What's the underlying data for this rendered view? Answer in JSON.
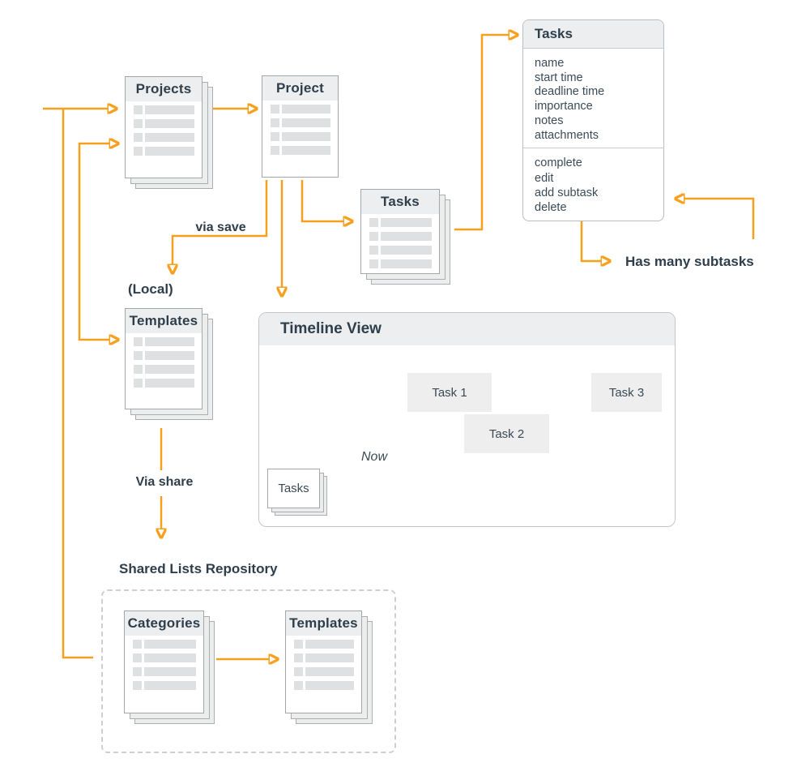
{
  "colors": {
    "accent_orange": "#F7A01E",
    "title_text": "#2E3E4B",
    "body_text": "#3B4B56",
    "card_border": "#A3A7A9",
    "header_band": "#EDEEEF",
    "row_bar": "#DFE0E1",
    "task_block": "#EEEEEF",
    "dashed_border": "#CFCFCF"
  },
  "cards": {
    "projects": {
      "title": "Projects"
    },
    "project": {
      "title": "Project"
    },
    "tasks_list": {
      "title": "Tasks"
    },
    "local_templates": {
      "title": "Templates"
    },
    "categories": {
      "title": "Categories"
    },
    "shared_templates": {
      "title": "Templates"
    },
    "timeline_tasks": {
      "title": "Tasks"
    }
  },
  "tasks_detail": {
    "title": "Tasks",
    "fields": [
      "name",
      "start time",
      "deadline time",
      "importance",
      "notes",
      "attachments"
    ],
    "actions": [
      "complete",
      "edit",
      "add subtask",
      "delete"
    ]
  },
  "labels": {
    "via_save": "via save",
    "local": "(Local)",
    "via_share": "Via share",
    "shared_repo_title": "Shared Lists Repository",
    "has_many_subtasks": "Has many subtasks"
  },
  "timeline": {
    "title": "Timeline View",
    "now_label": "Now",
    "task1": "Task 1",
    "task2": "Task 2",
    "task3": "Task 3"
  }
}
